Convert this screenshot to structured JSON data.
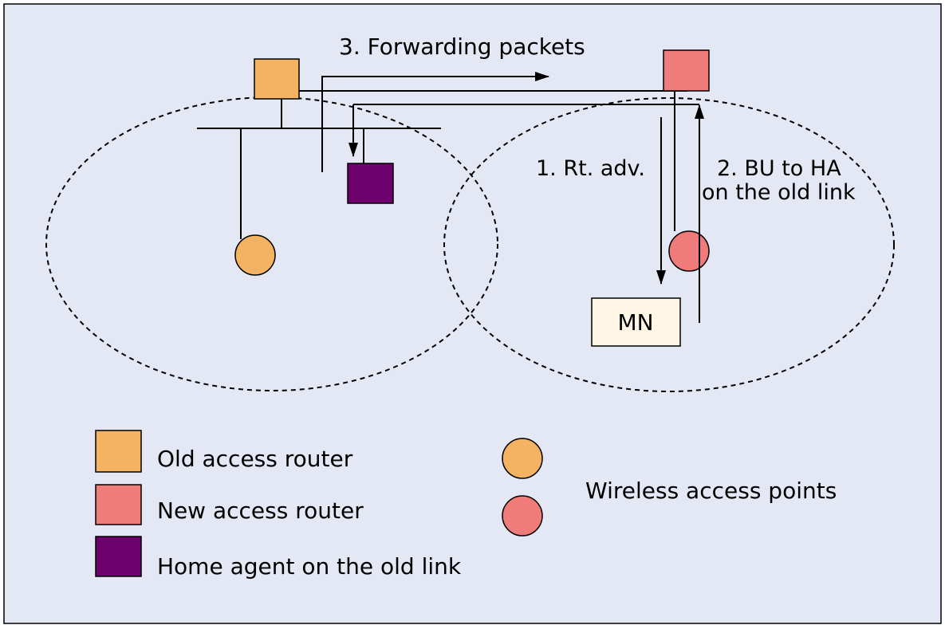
{
  "colors": {
    "background": "#e4e8f4",
    "old_router": "#f4b362",
    "new_router": "#ef7b7b",
    "home_agent": "#6c006c",
    "mn_fill": "#fff6e6"
  },
  "diagram": {
    "forwarding_label": "3. Forwarding packets",
    "rt_adv_label": "1. Rt. adv.",
    "bu_label_line1": "2. BU to HA",
    "bu_label_line2": "on the old link",
    "mn_label": "MN"
  },
  "legend": {
    "old_router": "Old access router",
    "new_router": "New access router",
    "home_agent": "Home agent on the old link",
    "wireless_ap": "Wireless access points"
  }
}
